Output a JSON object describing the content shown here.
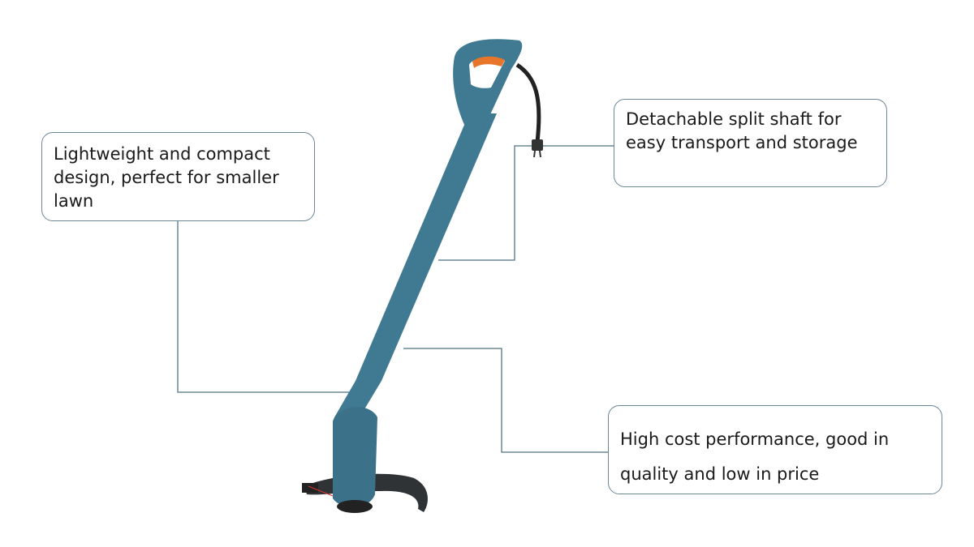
{
  "callouts": [
    {
      "text": "Lightweight and compact design, perfect for smaller lawn"
    },
    {
      "text": "Detachable split shaft for easy transport and storage"
    },
    {
      "text": "High cost performance, good in quality and low in price"
    }
  ],
  "colors": {
    "body": "#3f7a92",
    "accent": "#e8762a",
    "guard": "#2f3336",
    "line": "#6b8796"
  }
}
